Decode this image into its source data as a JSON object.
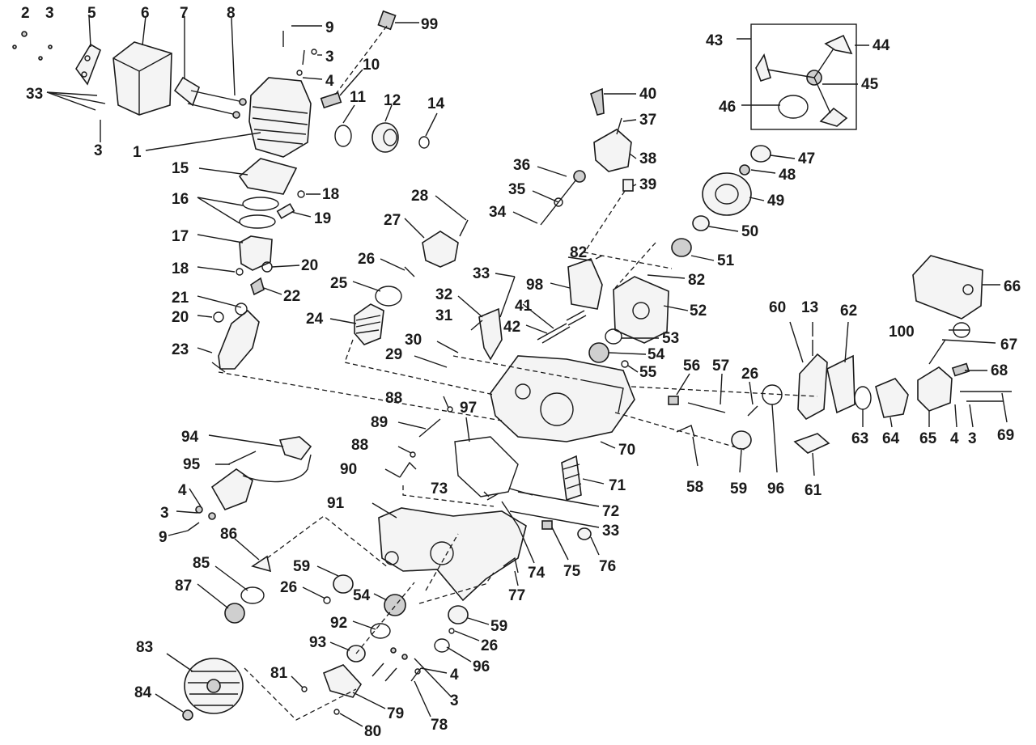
{
  "parts": {
    "p1": "1",
    "p2": "2",
    "p3": "3",
    "p4": "4",
    "p5": "5",
    "p6": "6",
    "p7": "7",
    "p8": "8",
    "p9": "9",
    "p10": "10",
    "p11": "11",
    "p12": "12",
    "p13": "13",
    "p14": "14",
    "p15": "15",
    "p16": "16",
    "p17": "17",
    "p18": "18",
    "p19": "19",
    "p20": "20",
    "p21": "21",
    "p22": "22",
    "p23": "23",
    "p24": "24",
    "p25": "25",
    "p26": "26",
    "p27": "27",
    "p28": "28",
    "p29": "29",
    "p30": "30",
    "p31": "31",
    "p32": "32",
    "p33": "33",
    "p34": "34",
    "p35": "35",
    "p36": "36",
    "p37": "37",
    "p38": "38",
    "p39": "39",
    "p40": "40",
    "p41": "41",
    "p42": "42",
    "p43": "43",
    "p44": "44",
    "p45": "45",
    "p46": "46",
    "p47": "47",
    "p48": "48",
    "p49": "49",
    "p50": "50",
    "p51": "51",
    "p52": "52",
    "p53": "53",
    "p54": "54",
    "p55": "55",
    "p56": "56",
    "p57": "57",
    "p58": "58",
    "p59": "59",
    "p60": "60",
    "p61": "61",
    "p62": "62",
    "p63": "63",
    "p64": "64",
    "p65": "65",
    "p66": "66",
    "p67": "67",
    "p68": "68",
    "p69": "69",
    "p70": "70",
    "p71": "71",
    "p72": "72",
    "p73": "73",
    "p74": "74",
    "p75": "75",
    "p76": "76",
    "p77": "77",
    "p78": "78",
    "p79": "79",
    "p80": "80",
    "p81": "81",
    "p82": "82",
    "p83": "83",
    "p84": "84",
    "p85": "85",
    "p86": "86",
    "p87": "87",
    "p88": "88",
    "p89": "89",
    "p90": "90",
    "p91": "91",
    "p92": "92",
    "p93": "93",
    "p94": "94",
    "p95": "95",
    "p96": "96",
    "p97": "97",
    "p98": "98",
    "p99": "99",
    "p100": "100"
  },
  "colors": {
    "ink": "#1a1a1a",
    "paper": "#ffffff",
    "fill_light": "#f4f4f4",
    "fill_dark": "#cfcfcf"
  }
}
